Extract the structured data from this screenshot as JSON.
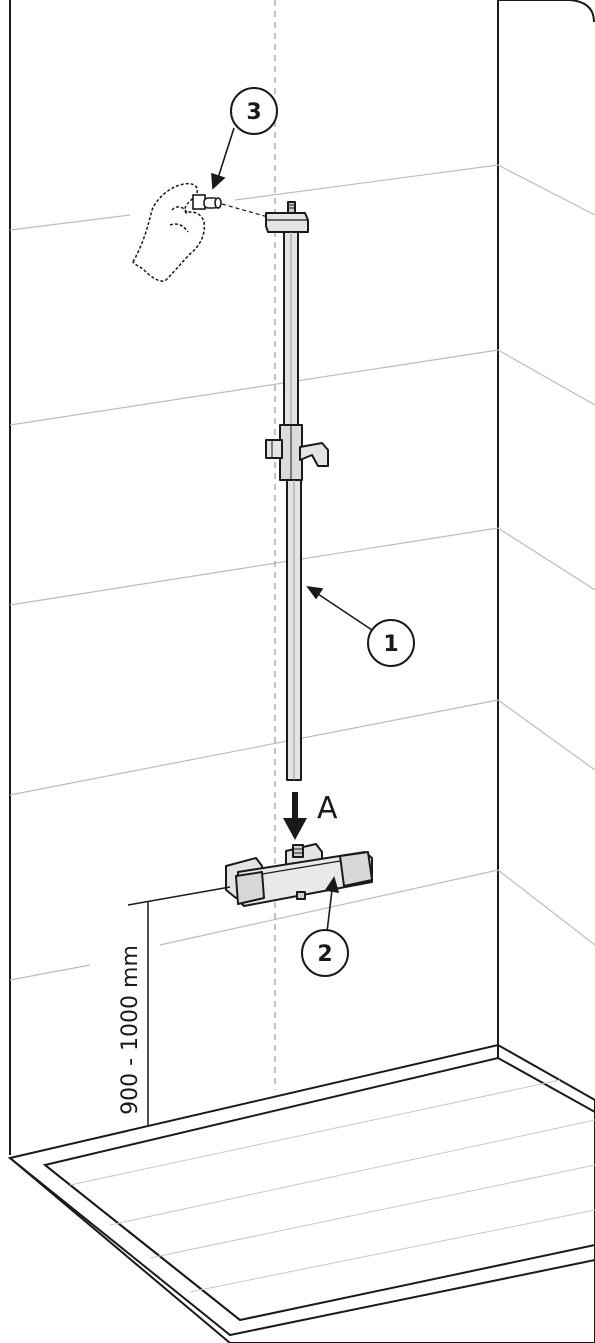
{
  "callouts": {
    "part_1": "1",
    "part_2": "2",
    "part_3": "3"
  },
  "arrow_label": "A",
  "dimension_label": "900 - 1000 mm",
  "colors": {
    "line": "#1a1a1a",
    "tile_line": "#bfbfbf",
    "dashed": "#9a9a9a",
    "metal": "#e4e4e4",
    "metal_dark": "#bdbdbd"
  }
}
